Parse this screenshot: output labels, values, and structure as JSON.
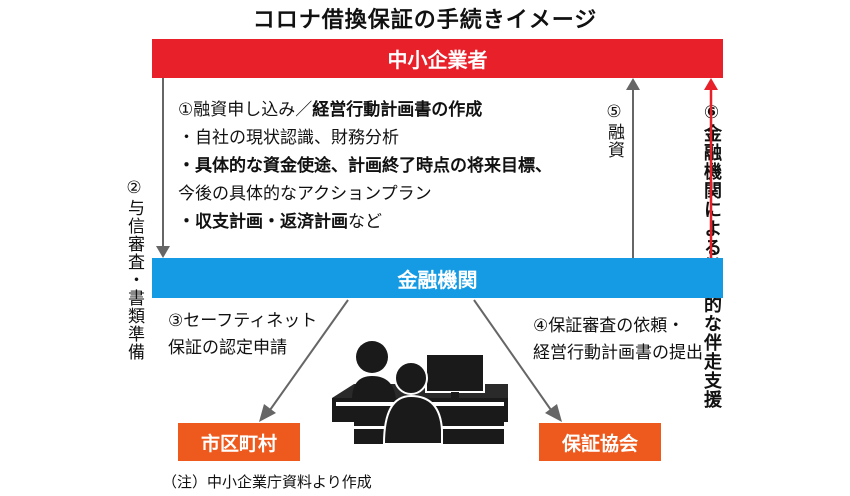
{
  "title": "コロナ借換保証の手続きイメージ",
  "sme_label": "中小企業者",
  "bank_label": "金融機関",
  "step1": {
    "heading_plain": "①融資申し込み／",
    "heading_bold": "経営行動計画書の作成",
    "line1": "・自社の現状認識、財務分析",
    "line2_bold": "・具体的な資金使途、計画終了時点の将来目標、",
    "line3": "今後の具体的なアクションプラン",
    "line4_bold": "・収支計画・返済計画",
    "line4_plain": "など"
  },
  "step2_label": "②与信審査・書類準備",
  "step5_label": "⑤融資",
  "step6": {
    "col1": "⑥金融機関による",
    "col2": "継続的な伴走支援"
  },
  "step3": {
    "line1": "③セーフティネット",
    "line2": "保証の認定申請"
  },
  "step4": {
    "line1": "④保証審査の依頼・",
    "line2": "経営行動計画書の提出"
  },
  "city_label": "市区町村",
  "assoc_label": "保証協会",
  "note": "（注）中小企業庁資料より作成",
  "colors": {
    "sme_red": "#e8202a",
    "bank_blue": "#159be3",
    "orange": "#ee5a1e",
    "arrow_gray": "#666666",
    "arrow_red": "#e8202a"
  }
}
